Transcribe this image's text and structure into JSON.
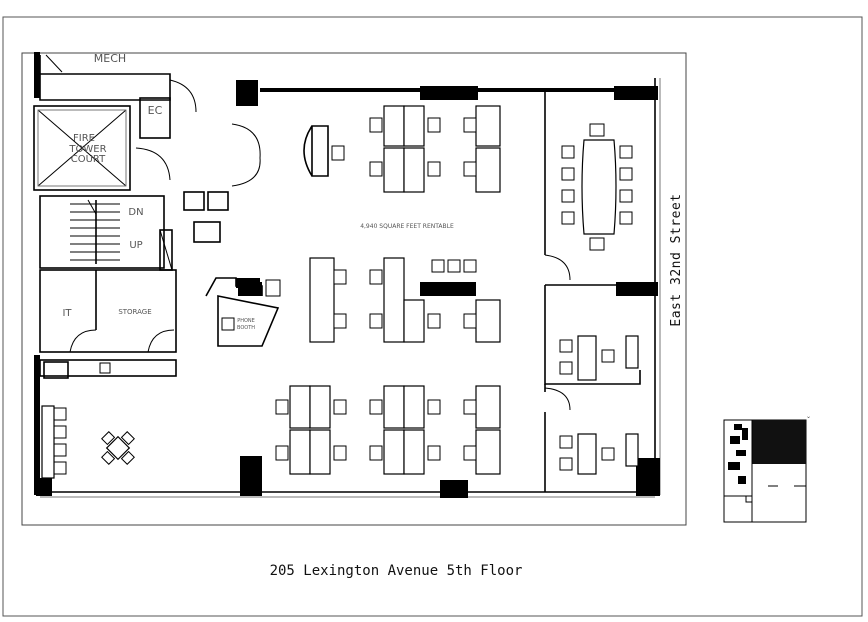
{
  "labels": {
    "mech": "MECH",
    "ec": "EC",
    "fire_tower_line1": "FIRE",
    "fire_tower_line2": "TOWER",
    "fire_tower_line3": "COURT",
    "stair_dn": "DN",
    "stair_up": "UP",
    "it": "IT",
    "storage": "STORAGE",
    "phone_booth_line1": "PHONE",
    "phone_booth_line2": "BOOTH",
    "area": "4,940 SQUARE FEET RENTABLE"
  },
  "street": "East 32nd Street",
  "caption": "205 Lexington Avenue 5th Floor"
}
